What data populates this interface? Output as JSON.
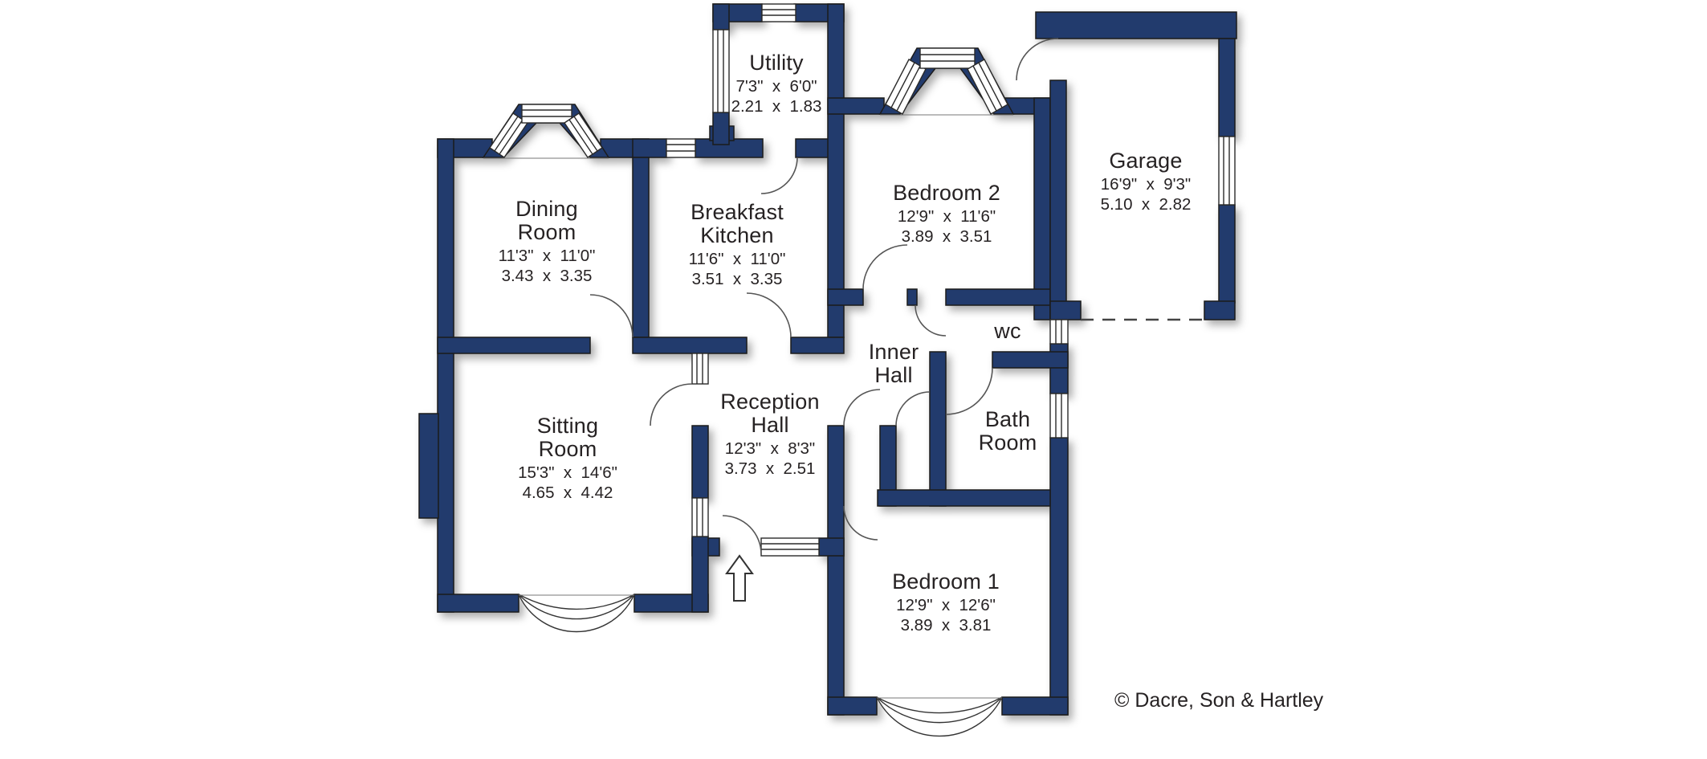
{
  "plan": {
    "copyright": "© Dacre, Son & Hartley",
    "colors": {
      "wall": "#243a6d",
      "wall_outline": "#1b1b1b",
      "door_arc": "#555555",
      "text": "#262223"
    },
    "rooms": [
      {
        "key": "utility",
        "name": "Utility",
        "imperial": "7'3\"  x  6'0\"",
        "metric": "2.21  x  1.83"
      },
      {
        "key": "dining-room",
        "name": "Dining\nRoom",
        "imperial": "11'3\"  x  11'0\"",
        "metric": "3.43  x  3.35"
      },
      {
        "key": "breakfast-kitchen",
        "name": "Breakfast\nKitchen",
        "imperial": "11'6\"  x  11'0\"",
        "metric": "3.51  x  3.35"
      },
      {
        "key": "bedroom-2",
        "name": "Bedroom 2",
        "imperial": "12'9\"  x  11'6\"",
        "metric": "3.89  x  3.51"
      },
      {
        "key": "garage",
        "name": "Garage",
        "imperial": "16'9\"  x  9'3\"",
        "metric": "5.10  x  2.82"
      },
      {
        "key": "inner-hall",
        "name": "Inner\nHall"
      },
      {
        "key": "wc",
        "name": "wc"
      },
      {
        "key": "sitting-room",
        "name": "Sitting\nRoom",
        "imperial": "15'3\"  x  14'6\"",
        "metric": "4.65  x  4.42"
      },
      {
        "key": "reception-hall",
        "name": "Reception\nHall",
        "imperial": "12'3\"  x  8'3\"",
        "metric": "3.73  x  2.51"
      },
      {
        "key": "bath-room",
        "name": "Bath\nRoom"
      },
      {
        "key": "bedroom-1",
        "name": "Bedroom 1",
        "imperial": "12'9\"  x  12'6\"",
        "metric": "3.89  x  3.81"
      }
    ]
  }
}
